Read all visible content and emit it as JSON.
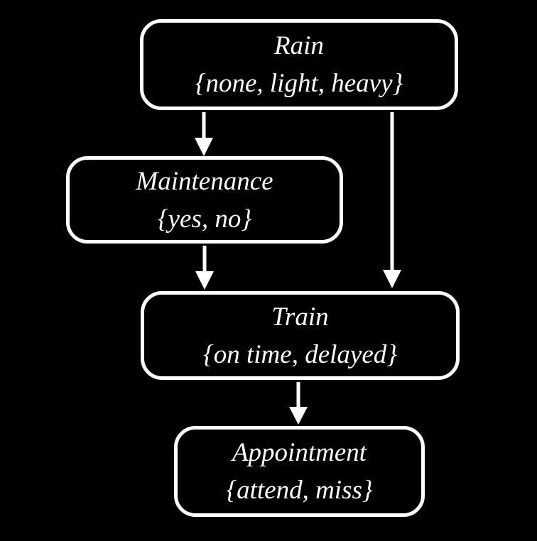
{
  "diagram": {
    "type": "bayesian-network",
    "background_color": "#000000",
    "node_border_color": "#ffffff",
    "text_color": "#ffffff",
    "nodes": [
      {
        "id": "rain",
        "title": "Rain",
        "values": "{none, light, heavy}"
      },
      {
        "id": "maintenance",
        "title": "Maintenance",
        "values": "{yes, no}"
      },
      {
        "id": "train",
        "title": "Train",
        "values": "{on time, delayed}"
      },
      {
        "id": "appointment",
        "title": "Appointment",
        "values": "{attend, miss}"
      }
    ],
    "edges": [
      {
        "from": "rain",
        "to": "maintenance"
      },
      {
        "from": "rain",
        "to": "train"
      },
      {
        "from": "maintenance",
        "to": "train"
      },
      {
        "from": "train",
        "to": "appointment"
      }
    ]
  }
}
